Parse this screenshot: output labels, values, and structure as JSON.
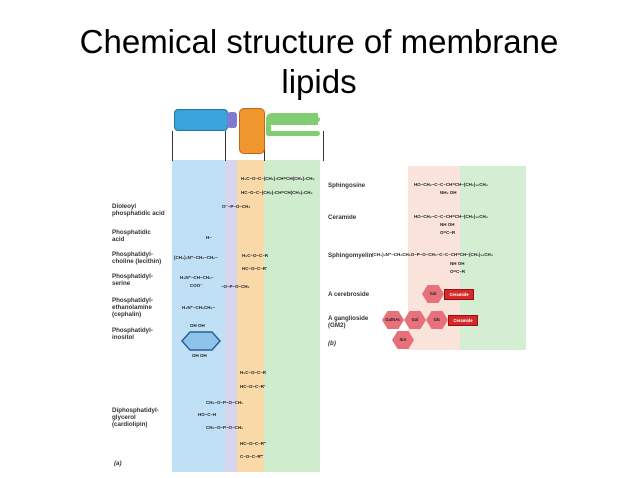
{
  "slide": {
    "title_line1": "Chemical structure of membrane",
    "title_line2": "lipids"
  },
  "panel_a": {
    "tag": "(a)",
    "labels": [
      "Dioleoyl phosphatidic acid",
      "Phosphatidic acid",
      "Phosphatidyl-choline (lecithin)",
      "Phosphatidyl-serine",
      "Phosphatidyl-ethanolamine (cephalin)",
      "Phosphatidyl-inositol",
      "Diphosphatidyl-glycerol (cardiolipin)"
    ],
    "formulas": {
      "oleoyl1": "H₂C–O–C–(CH₂)₇CH=CH(CH₂)₇CH₃",
      "oleoyl2": "HC–O–C–(CH₂)₇CH=CH(CH₂)₇CH₃",
      "phosphate": "O⁻–P–O–CH₂",
      "choline": "(CH₃)₃N⁺–CH₂–CH₂–",
      "serine": "H₃N⁺–CH–CH₂–",
      "coo": "COO⁻",
      "ethanolamine": "H₃N⁺–CH₂CH₂–",
      "glyc_r1": "H₂C–O–C–R",
      "glyc_r2": "HC–O–C–R′",
      "glyc_p": "–O–P–O–CH₂",
      "inositol_oh": "OH  OH",
      "h": "H–",
      "cardio1": "H₂C–O–C–R",
      "cardio2": "HC–O–C–R′",
      "cardio3": "CH₂–O–P–O–CH₂",
      "cardio4": "HO–C–H",
      "cardio5": "CH₂–O–P–O–CH₂",
      "cardio6": "HC–O–C–R″",
      "cardio7": "C–O–C–R‴"
    }
  },
  "panel_b": {
    "tag": "(b)",
    "labels": [
      "Sphingosine",
      "Ceramide",
      "Sphingomyelin",
      "A cerebroside",
      "A ganglioside (GM2)"
    ],
    "formulas": {
      "sphingosine": "HO–CH₂–C–C–CH=CH–(CH₂)₁₂CH₃",
      "sph_sub": "NH₂ OH",
      "ceramide": "HO–CH₂–C–C–CH=CH–(CH₂)₁₂CH₃",
      "cer_sub": "NH OH",
      "cer_sub2": "O=C–R",
      "sphingomyelin": "(CH₃)₃N⁺–CH₂CH₂O–P–O–CH₂–C–C–CH=CH–(CH₂)₁₂CH₃",
      "sm_sub": "NH OH",
      "sm_sub2": "O=C–R"
    },
    "sugars": {
      "gal": "Gal",
      "ceramide_box": "Ceramide",
      "galnac": "GalNAc",
      "gal2": "Gal",
      "glc": "Glc",
      "ceramide_box2": "Ceramide",
      "sia": "SiA"
    }
  },
  "colors": {
    "blue_region": "#bfe0f5",
    "lavender_region": "#d6d4ee",
    "orange_region": "#f9d9a8",
    "green_region": "#cfeccd",
    "panel_b_pink": "#f9e3da",
    "panel_b_green": "#d3eed2",
    "legend_blue": "#3aa3dc",
    "legend_purple": "#7d7ad0",
    "legend_orange": "#f0962e",
    "legend_green": "#82cc72",
    "sugar_red": "#e8707a",
    "ceramide_red": "#d42a2a"
  }
}
